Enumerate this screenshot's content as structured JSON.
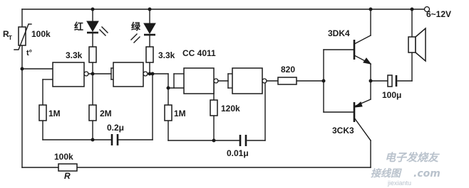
{
  "labels": {
    "rt_symbol": "R",
    "rt_subscript": "T",
    "rt_value": "100k",
    "rt_temp": "t°",
    "led_red": "红",
    "led_green": "绿",
    "r_red": "3.3k",
    "r_green": "3.3k",
    "ic": "CC 4011",
    "r_base": "820",
    "q_npn": "3DK4",
    "q_pnp": "3CK3",
    "supply": "6~12V",
    "c_out": "100μ",
    "r1": "1M",
    "r2": "2M",
    "c1": "0.2μ",
    "r3": "1M",
    "r4": "120k",
    "c2": "0.01μ",
    "r_bottom_value": "100k",
    "r_bottom_name": "R"
  },
  "watermark": {
    "text": "电子发烧友",
    "site_cn": "接线图",
    "site_dotcom": ".com",
    "site_url": "jiexiantu"
  },
  "colors": {
    "ink": "#1a1a1a",
    "watermark": "#b9c2cc"
  }
}
